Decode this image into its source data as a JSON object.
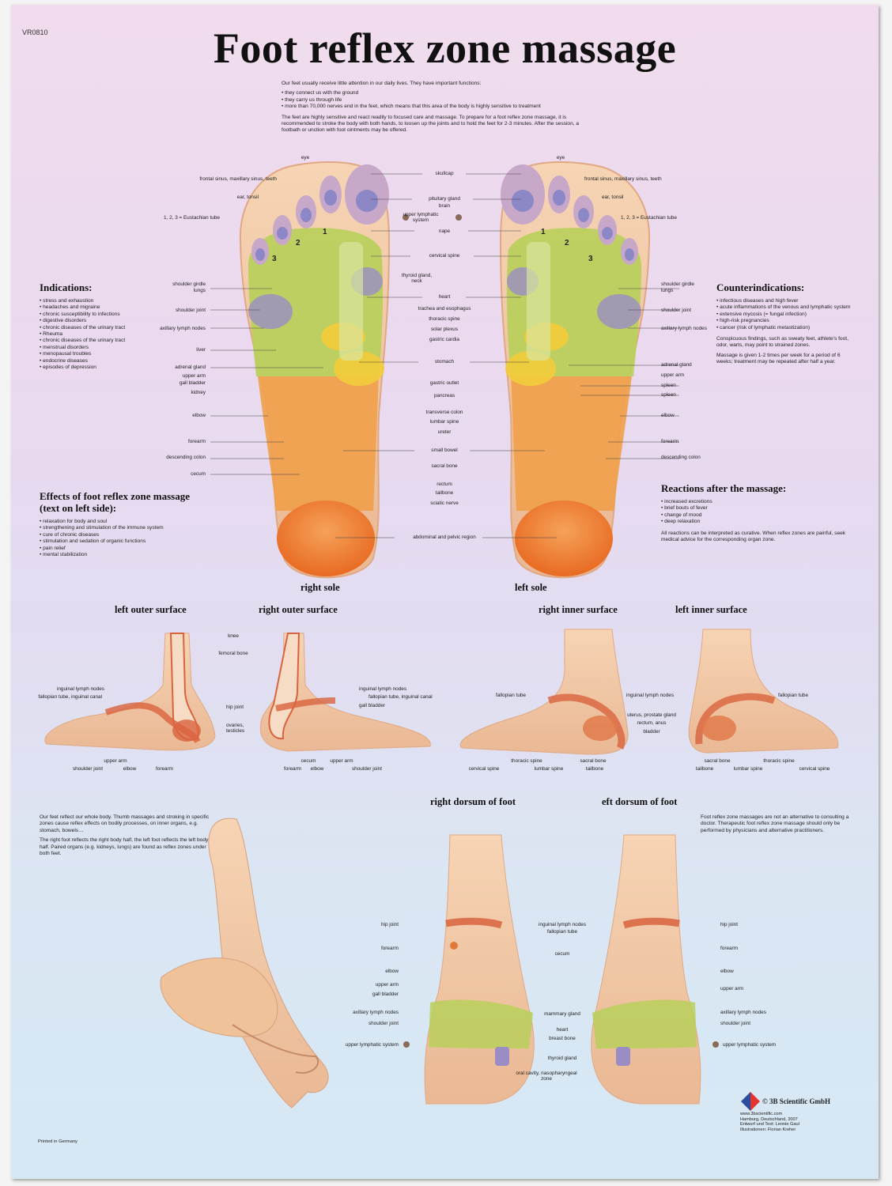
{
  "code": "VR0810",
  "title": "Foot reflex zone massage",
  "intro": {
    "p1": "Our feet usually receive little attention in our daily lives. They have important functions:",
    "bullets": [
      "they connect us with the ground",
      "they carry us through life",
      "more than 70,000 nerves end in the feet, which means that this area of the body is highly sensitive to treatment"
    ],
    "p2": "The feet are highly sensitive and react readily to focused care and massage. To prepare for a foot reflex zone massage, it is recommended to stroke the body with both hands, to loosen up the joints and to hold the feet for 2-3 minutes. After the session, a footbath or unction with foot ointments may be offered."
  },
  "indications": {
    "heading": "Indications:",
    "items": [
      "stress and exhaustion",
      "headaches and migraine",
      "chronic susceptibility to infections",
      "digestive disorders",
      "chronic diseases of the urinary tract",
      "Rheuma",
      "chronic diseases of the urinary tract",
      "menstrual disorders",
      "menopausal troubles",
      "endocrine diseases",
      "episodes of depression"
    ]
  },
  "effects": {
    "heading": "Effects of foot reflex zone massage (text on left side):",
    "items": [
      "relaxation for body and soul",
      "strengthening and stimulation of the immune system",
      "cure of chronic diseases",
      "stimulation and sedation of organic functions",
      "pain relief",
      "mental stabilization"
    ]
  },
  "counter": {
    "heading": "Counterindications:",
    "items": [
      "infectious diseases and high fever",
      "acute inflammations of the venous and lymphatic system",
      "extensive mycosis (= fungal infection)",
      "high-risk pregnancies",
      "cancer (risk of lymphatic metastization)"
    ],
    "p1": "Conspicuous findings, such as sweaty feet, athlete's foot, odor, warts, may point to strained zones.",
    "p2": "Massage is given 1-2 times per week for a period of 6 weeks; treatment may be repeated after half a year."
  },
  "reactions": {
    "heading": "Reactions after the massage:",
    "items": [
      "increased excretions",
      "brief bouts of fever",
      "change of mood",
      "deep relaxation"
    ],
    "p1": "All reactions can be interpreted as curative. When reflex zones are painful, seek medical advice for the corresponding organ zone."
  },
  "views": {
    "right_sole": "right sole",
    "left_sole": "left sole",
    "left_outer": "left outer surface",
    "right_outer": "right outer surface",
    "right_inner": "right inner surface",
    "left_inner": "left inner surface",
    "right_dorsum": "right dorsum of foot",
    "left_dorsum": "eft dorsum of foot"
  },
  "sole_center_labels": [
    "skullcap",
    "pituitary gland",
    "brain",
    "upper lymphatic system",
    "nape",
    "cervical spine",
    "thyroid gland, neck",
    "heart",
    "trachea and esophagus",
    "thoracic spine",
    "solar plexus",
    "gastric cardia",
    "stomach",
    "gastric outlet",
    "pancreas",
    "transverse colon",
    "lumbar spine",
    "ureter",
    "small bowel",
    "sacral bone",
    "rectum",
    "tailbone",
    "sciatic nerve",
    "abdominal and pelvic region"
  ],
  "sole_left_labels": [
    "eye",
    "frontal sinus, maxillary sinus, teeth",
    "ear, tonsil",
    "1, 2, 3 = Eustachian tube",
    "shoulder girdle",
    "lungs",
    "shoulder joint",
    "axillary lymph nodes",
    "liver",
    "adrenal gland",
    "upper arm",
    "gall bladder",
    "kidney",
    "elbow",
    "forearm",
    "descending colon",
    "cecum"
  ],
  "sole_right_labels": [
    "eye",
    "frontal sinus, maxillary sinus, teeth",
    "ear, tonsil",
    "1, 2, 3 = Eustachian tube",
    "shoulder girdle",
    "lungs",
    "shoulder joint",
    "axillary lymph nodes",
    "adrenal gland",
    "upper arm",
    "spleen",
    "spleen",
    "elbow",
    "forearm",
    "descending colon"
  ],
  "toe_numbers": [
    "1",
    "2",
    "3"
  ],
  "outer_labels": [
    "knee",
    "femoral bone",
    "inguinal lymph nodes",
    "fallopian tube, inguinal canal",
    "hip joint",
    "ovaries, testicles",
    "upper arm",
    "shoulder joint",
    "elbow",
    "forearm",
    "inguinal lymph nodes",
    "fallopian tube, inguinal canal",
    "gall bladder",
    "cecum",
    "forearm",
    "elbow",
    "upper arm",
    "shoulder joint"
  ],
  "inner_labels": [
    "fallopian tube",
    "inguinal lymph nodes",
    "uterus, prostate gland",
    "rectum, anus",
    "bladder",
    "sacral bone",
    "thoracic spine",
    "cervical spine",
    "lumbar spine",
    "tailbone",
    "fallopian tube",
    "sacral bone",
    "tailbone",
    "lumbar spine",
    "thoracic spine",
    "cervical spine"
  ],
  "side_text": {
    "p1": "Our feet reflect our whole body. Thumb massages and stroking in specific zones cause reflex effects on bodily processes, on inner organs, e.g. stomach, bowels…",
    "p2": "The right foot reflects the right body half, the left foot reflects the left body half. Paired organs (e.g. kidneys, lungs) are found as reflex zones under both feet."
  },
  "dorsum_center_labels": [
    "inguinal lymph nodes",
    "fallopian tube",
    "cecum",
    "mammary gland",
    "heart",
    "breast bone",
    "thyroid gland",
    "oral cavity, nasopharyngeal zone"
  ],
  "dorsum_left_labels": [
    "hip joint",
    "forearm",
    "elbow",
    "upper arm",
    "gall bladder",
    "axillary lymph nodes",
    "shoulder joint",
    "upper lymphatic system"
  ],
  "dorsum_right_labels": [
    "hip joint",
    "forearm",
    "elbow",
    "upper arm",
    "axillary lymph nodes",
    "shoulder joint",
    "upper lymphatic system"
  ],
  "note": "Foot reflex zone massages are not an alternative to consulting a doctor. Therapeutic foot reflex zone massage should only be performed by physicians and alternative practitioners.",
  "publisher": {
    "name": "© 3B Scientific GmbH",
    "lines": [
      "www.3bscientific.com",
      "Hamburg, Deutschland, 2007",
      "Entwurf und Text: Leonie Gaul",
      "Illustrationen: Florian Kreher"
    ]
  },
  "printed": "Printed in Germany",
  "colors": {
    "skin": "#f2c7a4",
    "green": "#b8cf5a",
    "orange": "#ee8a3a",
    "yellow": "#f2cc3a",
    "purple": "#9a8cc4",
    "red": "#d9633e"
  }
}
